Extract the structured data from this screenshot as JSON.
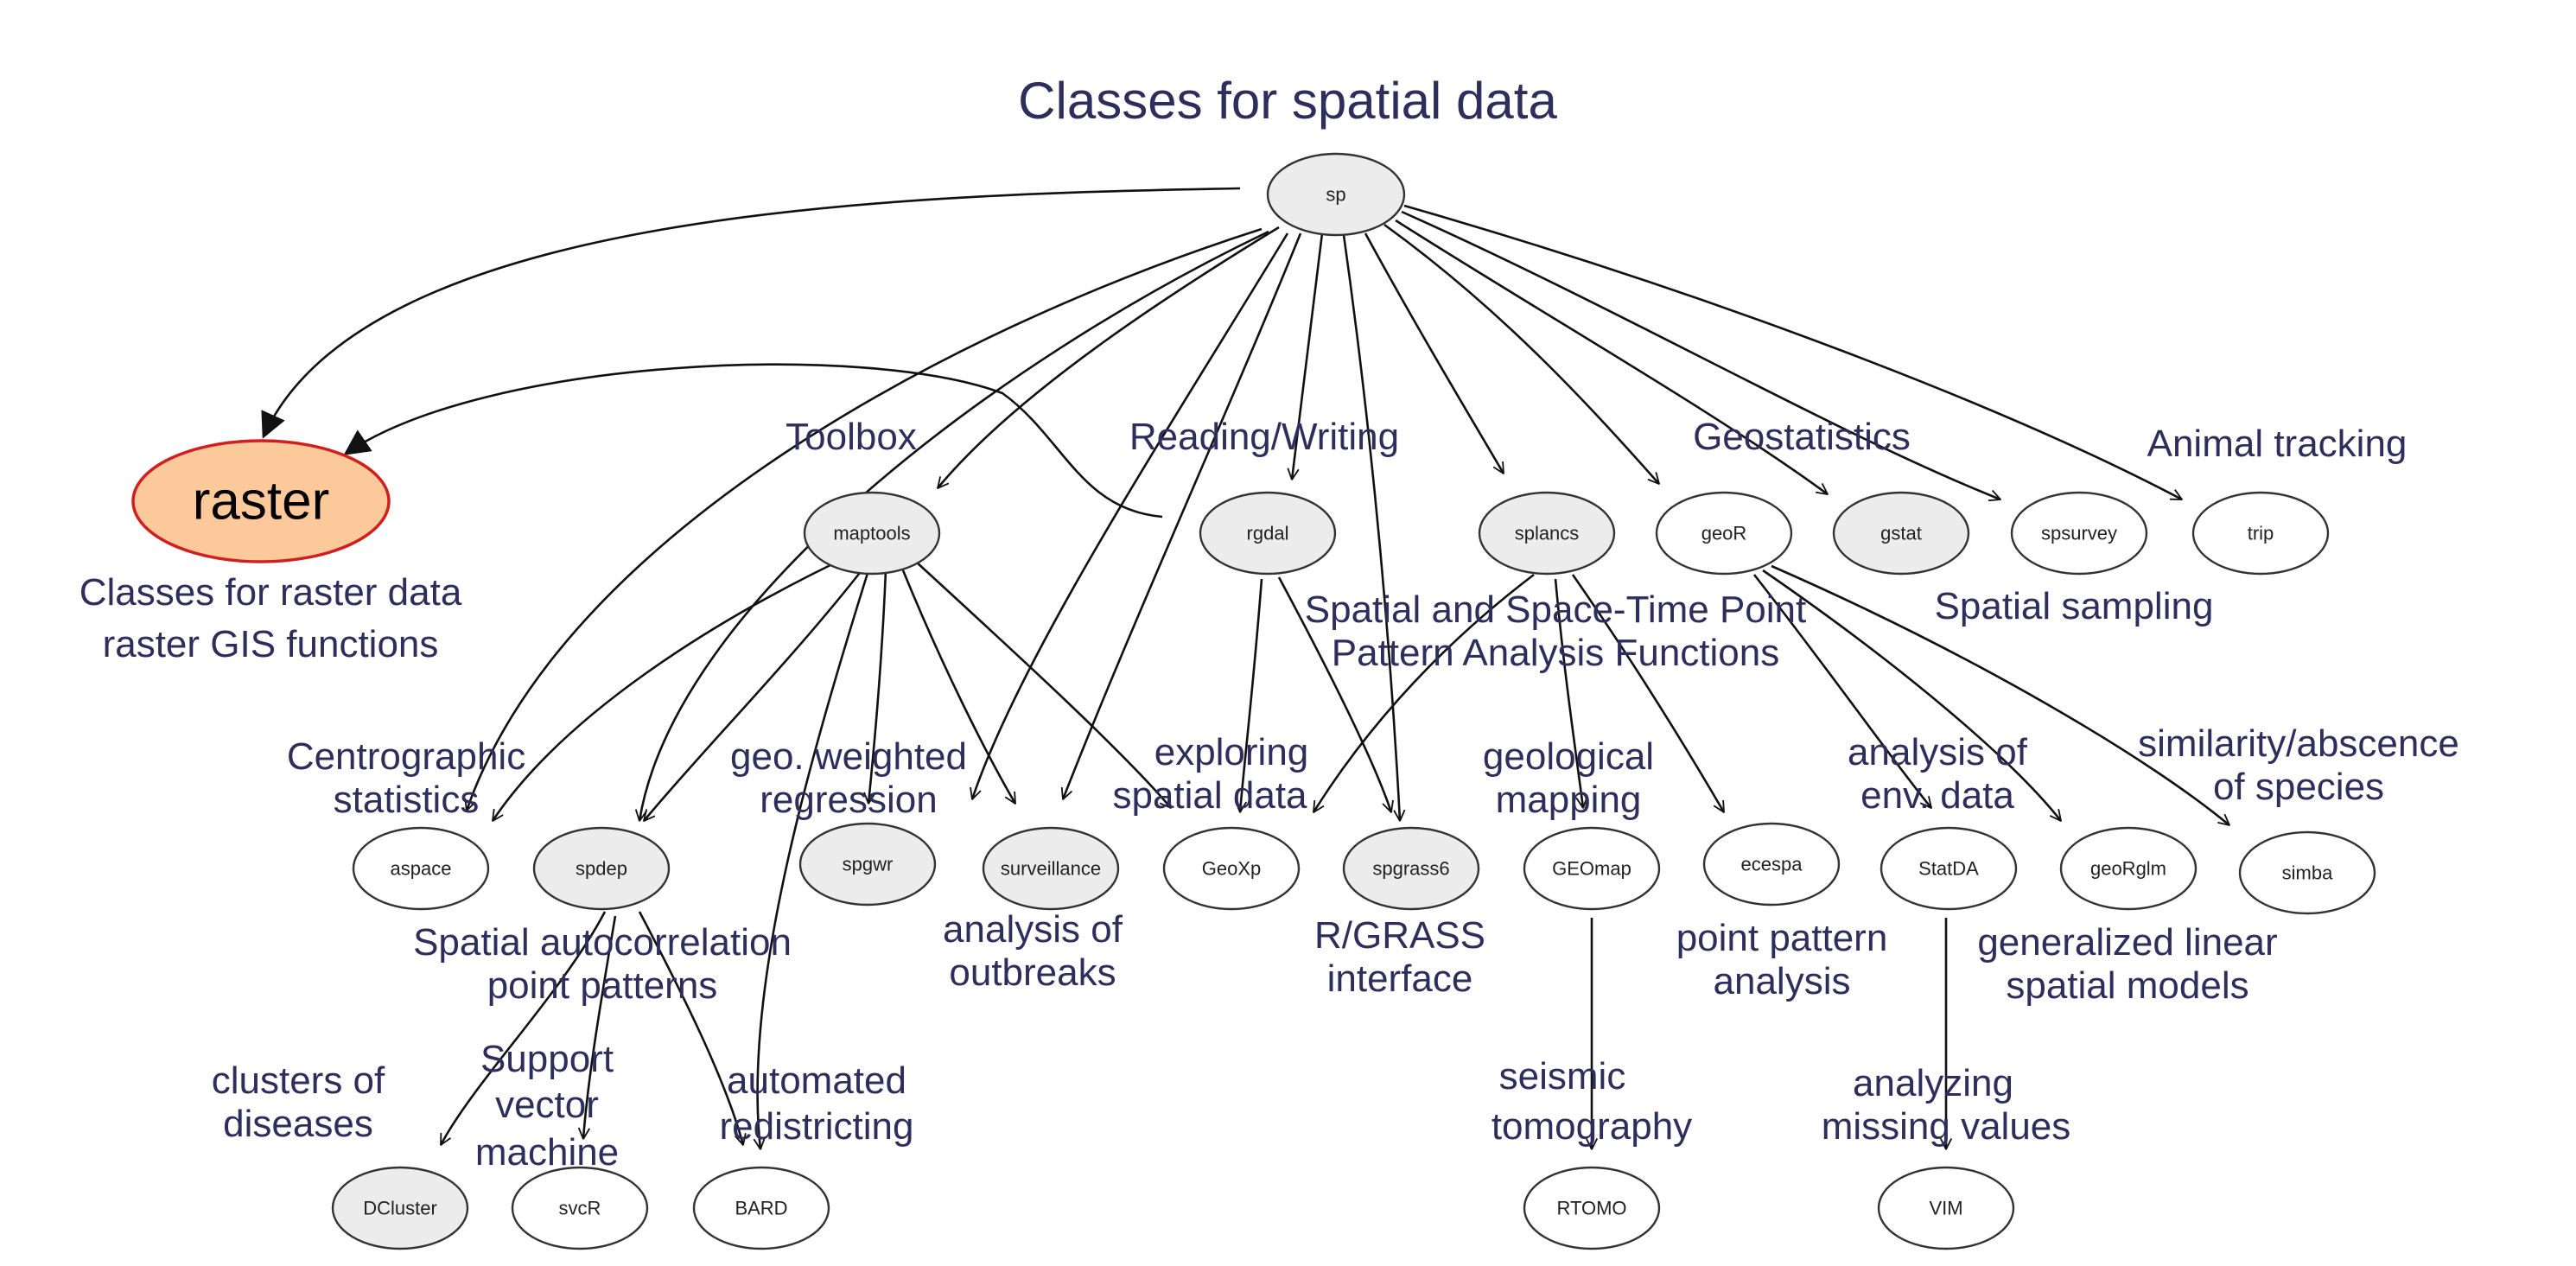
{
  "title": "Classes for spatial data",
  "nodes": {
    "sp": "sp",
    "raster": "raster",
    "maptools": "maptools",
    "rgdal": "rgdal",
    "splancs": "splancs",
    "geoR": "geoR",
    "gstat": "gstat",
    "spsurvey": "spsurvey",
    "trip": "trip",
    "aspace": "aspace",
    "spdep": "spdep",
    "spgwr": "spgwr",
    "surveillance": "surveillance",
    "GeoXp": "GeoXp",
    "spgrass6": "spgrass6",
    "GEOmap": "GEOmap",
    "ecespa": "ecespa",
    "StatDA": "StatDA",
    "geoRglm": "geoRglm",
    "simba": "simba",
    "DCluster": "DCluster",
    "svcR": "svcR",
    "BARD": "BARD",
    "RTOMO": "RTOMO",
    "VIM": "VIM"
  },
  "annotations": {
    "raster_desc_1": "Classes for raster data",
    "raster_desc_2": "raster GIS functions",
    "toolbox": "Toolbox",
    "reading_writing": "Reading/Writing",
    "geostatistics": "Geostatistics",
    "animal_tracking": "Animal tracking",
    "spatial_sampling": "Spatial sampling",
    "splancs_desc_1": "Spatial and Space-Time Point",
    "splancs_desc_2": "Pattern Analysis Functions",
    "centrographic_1": "Centrographic",
    "centrographic_2": "statistics",
    "gwr_1": "geo. weighted",
    "gwr_2": "regression",
    "exploring_1": "exploring",
    "exploring_2": "spatial data",
    "geological_1": "geological",
    "geological_2": "mapping",
    "env_analysis_1": "analysis of",
    "env_analysis_2": "env. data",
    "similarity_1": "similarity/abscence",
    "similarity_2": "of species",
    "spatial_autocorr_1": "Spatial autocorrelation",
    "spatial_autocorr_2": "point patterns",
    "outbreaks_1": "analysis of",
    "outbreaks_2": "outbreaks",
    "grass_1": "R/GRASS",
    "grass_2": "interface",
    "point_pattern_1": "point pattern",
    "point_pattern_2": "analysis",
    "glm_1": "generalized linear",
    "glm_2": "spatial models",
    "clusters_1": "clusters of",
    "clusters_2": "diseases",
    "svm_1": "Support",
    "svm_2": "vector",
    "svm_3": "machine",
    "redistricting_1": "automated",
    "redistricting_2": "redistricting",
    "seismic_1": "seismic",
    "seismic_2": "tomography",
    "missing_1": "analyzing",
    "missing_2": "missing values"
  },
  "colors": {
    "annotation_text": "#2e2e5c",
    "node_fill": "#ececec",
    "raster_fill": "#fbc99a",
    "raster_border": "#d11f1f",
    "edge": "#111111"
  }
}
